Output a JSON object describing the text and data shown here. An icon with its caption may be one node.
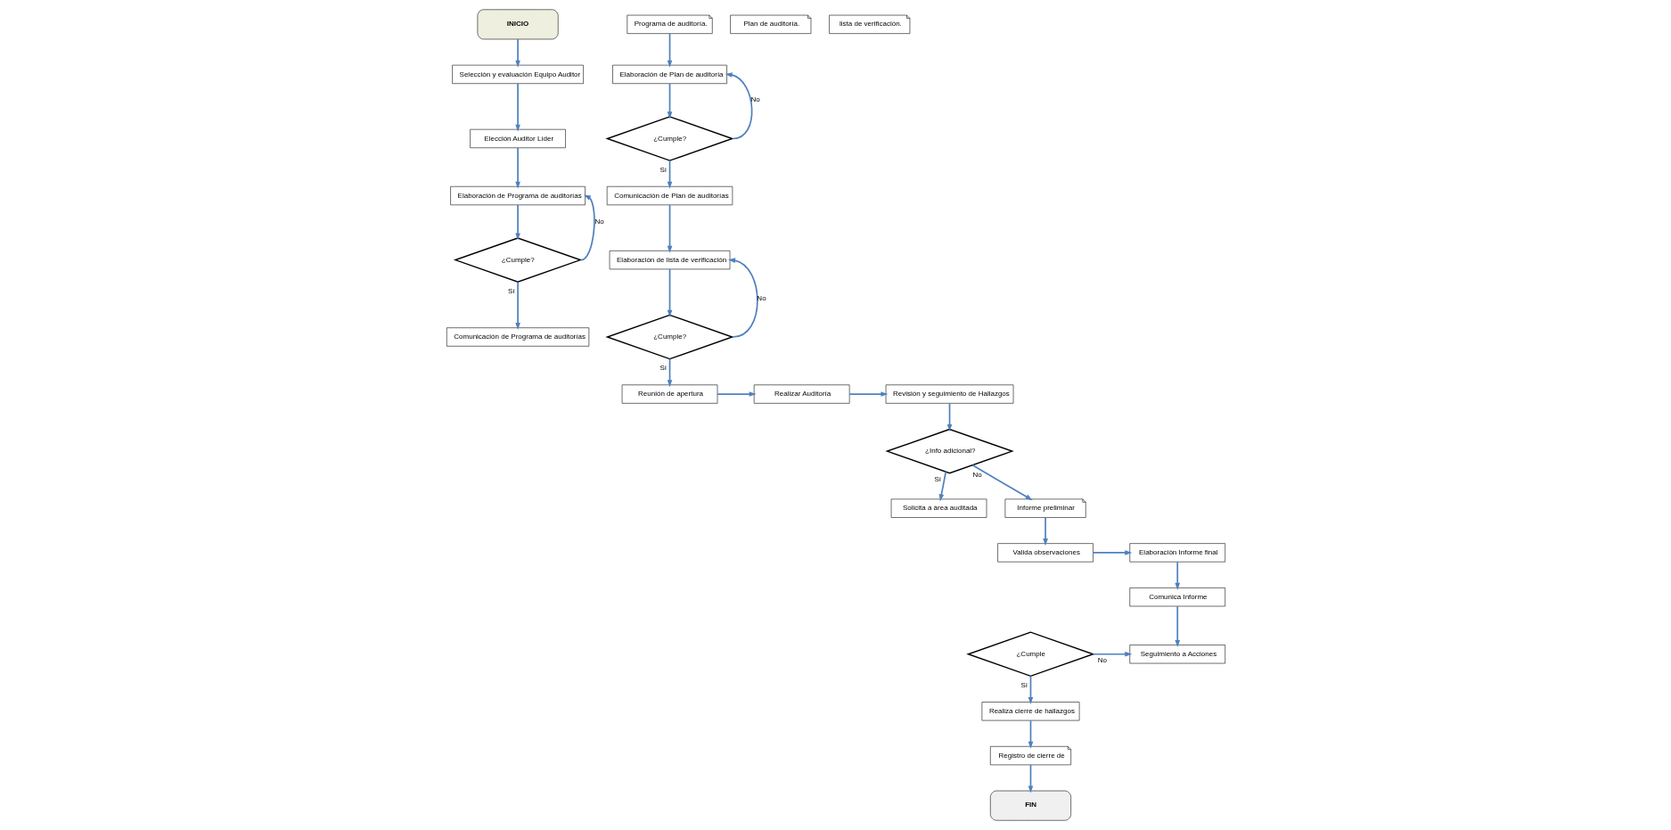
{
  "diagram": {
    "nodes": [
      {
        "text": [
          "INICIO"
        ]
      },
      {
        "text": [
          "Selección y evaluación Equipo Auditor"
        ]
      },
      {
        "text": [
          "Elección Auditor Líder"
        ]
      },
      {
        "text": [
          "Elaboración de Programa de auditorías"
        ]
      },
      {
        "text": [
          "¿Cumple?"
        ]
      },
      {
        "text": [
          "Comunicación de Programa de auditorías"
        ]
      },
      {
        "text": [
          "Programa de auditoría."
        ]
      },
      {
        "text": [
          "Elaboración de Plan de auditoría"
        ]
      },
      {
        "text": [
          "¿Cumple?"
        ]
      },
      {
        "text": [
          "Comunicación de Plan de auditorías"
        ]
      },
      {
        "text": [
          "Plan de auditoría."
        ]
      },
      {
        "text": [
          "Elaboración de lista de verificación"
        ]
      },
      {
        "text": [
          "lista de verificación."
        ]
      },
      {
        "text": [
          "¿Cumple?"
        ]
      },
      {
        "text": [
          "Reunión de apertura"
        ]
      },
      {
        "text": [
          "Realizar Auditoría"
        ]
      },
      {
        "text": [
          "Revisión y seguimiento de Hallazgos"
        ]
      },
      {
        "text": [
          "¿Info adicional?"
        ]
      },
      {
        "text": [
          "Solicita a área auditada"
        ]
      },
      {
        "text": [
          "Informe preliminar"
        ]
      },
      {
        "text": [
          "Valida observaciones"
        ]
      },
      {
        "text": [
          "Elaboración Informe final"
        ]
      },
      {
        "text": [
          "Comunica Informe"
        ]
      },
      {
        "text": [
          "Seguimiento a Acciones"
        ]
      },
      {
        "text": [
          "¿Cumple"
        ]
      },
      {
        "text": [
          "Realiza cierre de hallazgos"
        ]
      },
      {
        "text": [
          "Registro de cierre de"
        ]
      },
      {
        "text": [
          "FIN"
        ]
      }
    ],
    "edges": [
      {
        "from": 0,
        "to": 1,
        "arrow": "to"
      },
      {
        "from": 1,
        "to": 2,
        "arrow": "to"
      },
      {
        "from": 2,
        "to": 3,
        "arrow": "to"
      },
      {
        "from": 3,
        "to": 4,
        "arrow": "to"
      },
      {
        "from": 4,
        "to": 3,
        "arrow": "to",
        "label": "No"
      },
      {
        "from": 4,
        "to": 5,
        "arrow": "to",
        "label": "Sí"
      },
      {
        "from": 6,
        "to": 7,
        "arrow": "to"
      },
      {
        "from": 7,
        "to": 8,
        "arrow": "to"
      },
      {
        "from": 8,
        "to": 7,
        "arrow": "to",
        "label": "No"
      },
      {
        "from": 8,
        "to": 9,
        "arrow": "to",
        "label": "Sí"
      },
      {
        "from": 9,
        "to": 11,
        "arrow": "to"
      },
      {
        "from": 11,
        "to": 13,
        "arrow": "to"
      },
      {
        "from": 13,
        "to": 11,
        "arrow": "to",
        "label": "No"
      },
      {
        "from": 13,
        "to": 14,
        "arrow": "to",
        "label": "Sí"
      },
      {
        "from": 14,
        "to": 15,
        "arrow": "to"
      },
      {
        "from": 15,
        "to": 16,
        "arrow": "to"
      },
      {
        "from": 16,
        "to": 17,
        "arrow": "to"
      },
      {
        "from": 17,
        "to": 18,
        "arrow": "to",
        "label": "Sí"
      },
      {
        "from": 17,
        "to": 19,
        "arrow": "to",
        "label": "No"
      },
      {
        "from": 19,
        "to": 20,
        "arrow": "to"
      },
      {
        "from": 20,
        "to": 21,
        "arrow": "to"
      },
      {
        "from": 21,
        "to": 22,
        "arrow": "to"
      },
      {
        "from": 22,
        "to": 23,
        "arrow": "to"
      },
      {
        "from": 24,
        "to": 23,
        "arrow": "to",
        "label": "No"
      },
      {
        "from": 24,
        "to": 25,
        "arrow": "to",
        "label": "Sí"
      },
      {
        "from": 25,
        "to": 26,
        "arrow": "to"
      },
      {
        "from": 26,
        "to": 27,
        "arrow": "to"
      }
    ]
  }
}
